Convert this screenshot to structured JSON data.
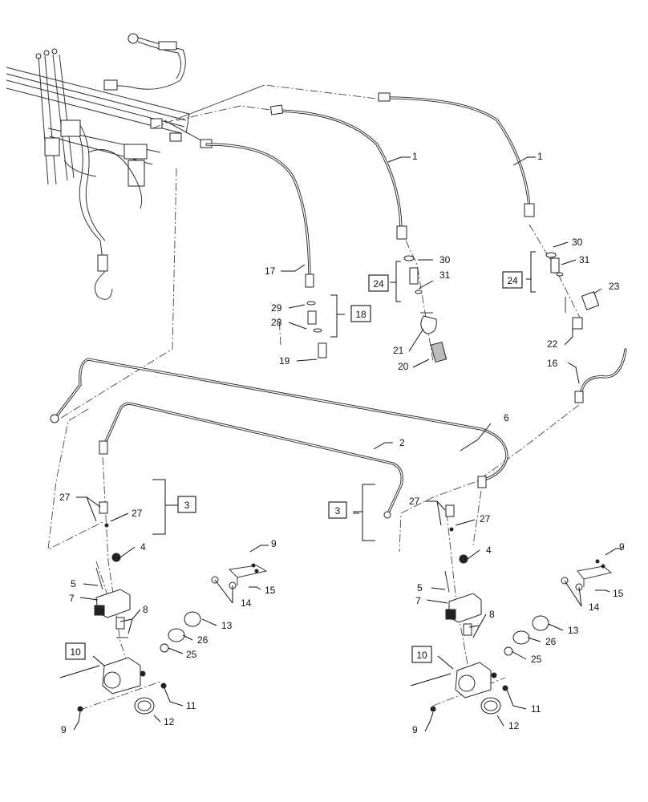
{
  "callouts": {
    "c1a": "1",
    "c1b": "1",
    "c2": "2",
    "c3a": "3",
    "c3b": "3",
    "c4a": "4",
    "c4b": "4",
    "c5a": "5",
    "c5b": "5",
    "c6": "6",
    "c7a": "7",
    "c7b": "7",
    "c8a": "8",
    "c8b": "8",
    "c9a": "9",
    "c9b": "9",
    "c9c": "9",
    "c9d": "9",
    "c10a": "10",
    "c10b": "10",
    "c11a": "11",
    "c11b": "11",
    "c12a": "12",
    "c12b": "12",
    "c13a": "13",
    "c13b": "13",
    "c14a": "14",
    "c14b": "14",
    "c15a": "15",
    "c15b": "15",
    "c16": "16",
    "c17": "17",
    "c18": "18",
    "c19": "19",
    "c20": "20",
    "c21": "21",
    "c22": "22",
    "c23": "23",
    "c24a": "24",
    "c24b": "24",
    "c25a": "25",
    "c25b": "25",
    "c26a": "26",
    "c26b": "26",
    "c27a": "27",
    "c27b": "27",
    "c27c": "27",
    "c27d": "27",
    "c28": "28",
    "c29": "29",
    "c30a": "30",
    "c30b": "30",
    "c31a": "31",
    "c31b": "31"
  },
  "colors": {
    "line": "#222222",
    "background": "#ffffff"
  }
}
